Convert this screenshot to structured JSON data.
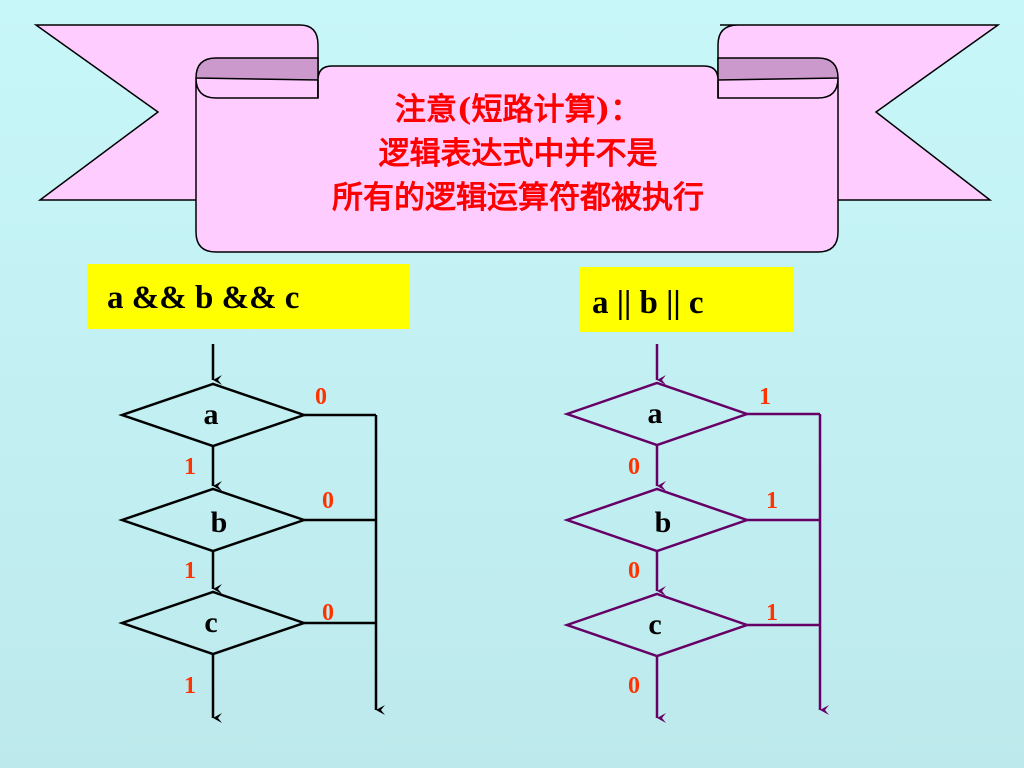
{
  "banner": {
    "line1": "注意(短路计算)：",
    "line2": "逻辑表达式中并不是",
    "line3": "所有的逻辑运算符都被执行"
  },
  "and_flow": {
    "expression": "a && b && c",
    "nodes": [
      "a",
      "b",
      "c"
    ],
    "false_labels": [
      "0",
      "0",
      "0"
    ],
    "true_labels": [
      "1",
      "1",
      "1"
    ]
  },
  "or_flow": {
    "expression": "a || b || c",
    "nodes": [
      "a",
      "b",
      "c"
    ],
    "true_labels": [
      "1",
      "1",
      "1"
    ],
    "false_labels": [
      "0",
      "0",
      "0"
    ]
  },
  "colors": {
    "background": "#c8f7f9",
    "banner_fill": "#ffccff",
    "banner_fold": "#cc99cc",
    "banner_text": "#ff0000",
    "highlight": "#ffff00",
    "and_lines": "#000000",
    "or_lines": "#660066",
    "branch_labels": "#ff3300"
  }
}
